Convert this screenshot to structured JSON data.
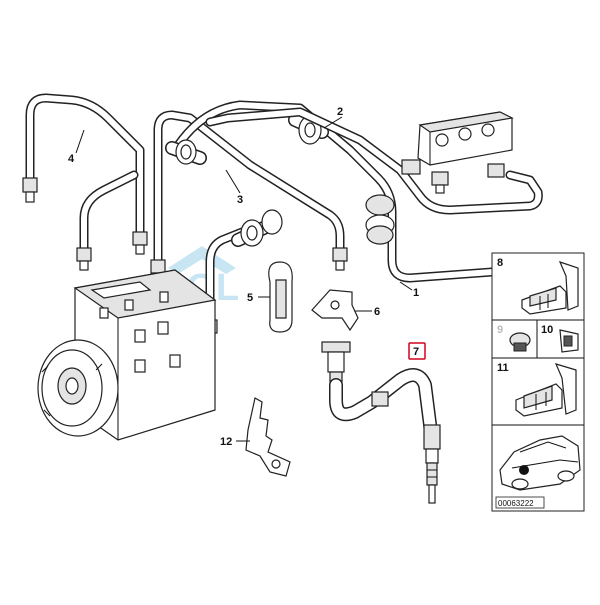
{
  "callouts": {
    "c1": "1",
    "c2": "2",
    "c3": "3",
    "c4": "4",
    "c5": "5",
    "c6": "6",
    "c7": "7",
    "c8": "8",
    "c9": "9",
    "c10": "10",
    "c11": "11",
    "c12": "12"
  },
  "highlight_color": "#d0021b",
  "watermark": {
    "text": "SQL",
    "color": "#9ad0e8"
  },
  "reference_number": "00063222"
}
